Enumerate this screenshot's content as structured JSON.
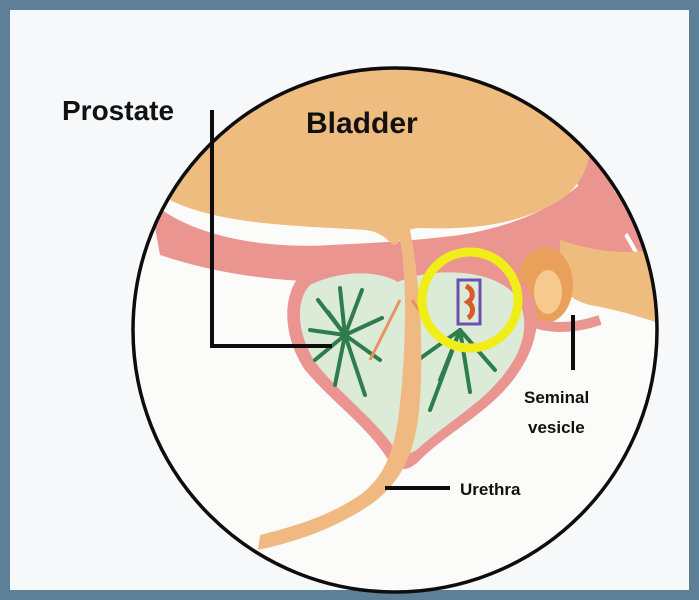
{
  "labels": {
    "prostate": "Prostate",
    "bladder": "Bladder",
    "seminal_line1": "Seminal",
    "seminal_line2": "vesicle",
    "urethra": "Urethra"
  },
  "colors": {
    "background": "#f6f8fa",
    "bladder": "#edbc7e",
    "bladder_wall": "#eb9590",
    "prostate_tissue": "#dcebd8",
    "prostate_strands": "#2f7d4c",
    "urethra": "#f0b982",
    "highlight_ring": "#f1ed19",
    "lesion": "#d95a2a",
    "lesion_box": "#6b4fb5"
  }
}
